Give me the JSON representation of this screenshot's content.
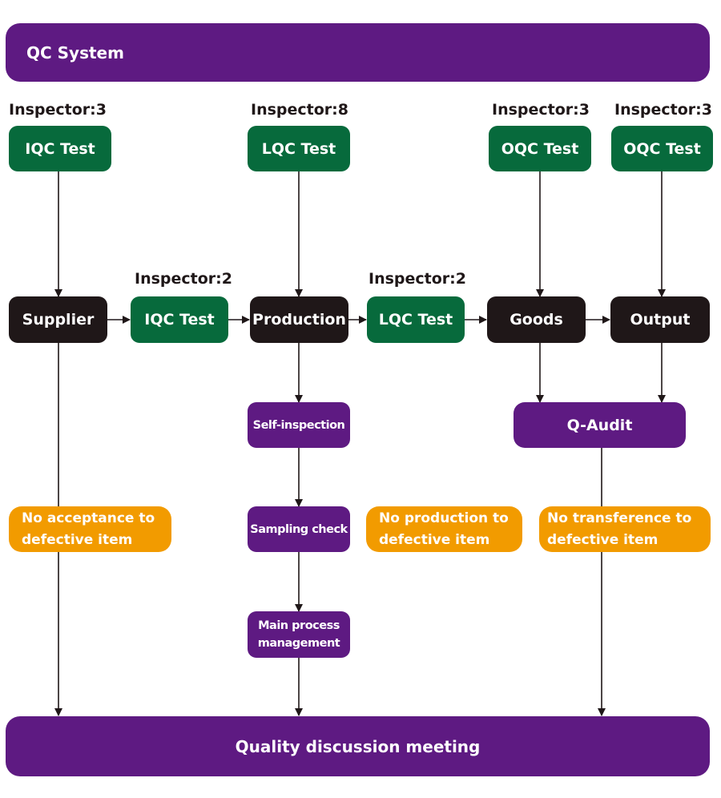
{
  "header": {
    "title": "QC System"
  },
  "inspectors": {
    "top_iqc": "Inspector:3",
    "top_lqc": "Inspector:8",
    "top_oqc_goods": "Inspector:3",
    "top_oqc_output": "Inspector:3",
    "mid_iqc": "Inspector:2",
    "mid_lqc": "Inspector:2"
  },
  "tests": {
    "top_iqc": "IQC Test",
    "top_lqc": "LQC Test",
    "top_oqc_goods": "OQC Test",
    "top_oqc_output": "OQC Test",
    "mid_iqc": "IQC Test",
    "mid_lqc": "LQC Test"
  },
  "stages": {
    "supplier": "Supplier",
    "production": "Production",
    "goods": "Goods",
    "output": "Output"
  },
  "process": {
    "self_inspection": "Self-inspection",
    "sampling_check": "Sampling check",
    "main_process": "Main process management",
    "q_audit": "Q-Audit"
  },
  "notes": {
    "no_acceptance": "No acceptance to defective item",
    "no_production": "No production to defective item",
    "no_transference": "No transference to defective item"
  },
  "footer": {
    "title": "Quality discussion meeting"
  },
  "colors": {
    "purple": "#5e1a82",
    "green": "#076a3c",
    "dark": "#1f1718",
    "orange": "#f29b00"
  }
}
